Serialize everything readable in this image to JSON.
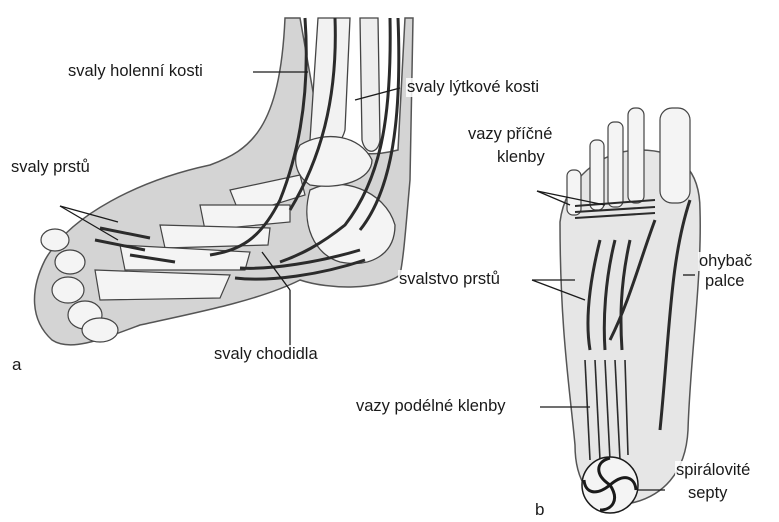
{
  "panels": {
    "a": "a",
    "b": "b"
  },
  "labels": {
    "svaly_holenni_kosti": "svaly holenní kosti",
    "svaly_lytkove_kosti": "svaly lýtkové kosti",
    "svaly_prstu": "svaly prstů",
    "svaly_chodidla": "svaly chodidla",
    "vazy_pricne_klenby_1": "vazy příčné",
    "vazy_pricne_klenby_2": "klenby",
    "svalstvo_prstu": "svalstvo prstů",
    "ohybac_palce_1": "ohybač",
    "ohybac_palce_2": "palce",
    "vazy_podelne_klenby": "vazy podélné klenby",
    "spiralovite_septy_1": "spirálovité",
    "spiralovite_septy_2": "septy"
  },
  "colors": {
    "ink": "#1a1a1a",
    "skin": "#c9c9c9",
    "bone": "#f2f2f2",
    "muscle": "#2b2b2b"
  }
}
